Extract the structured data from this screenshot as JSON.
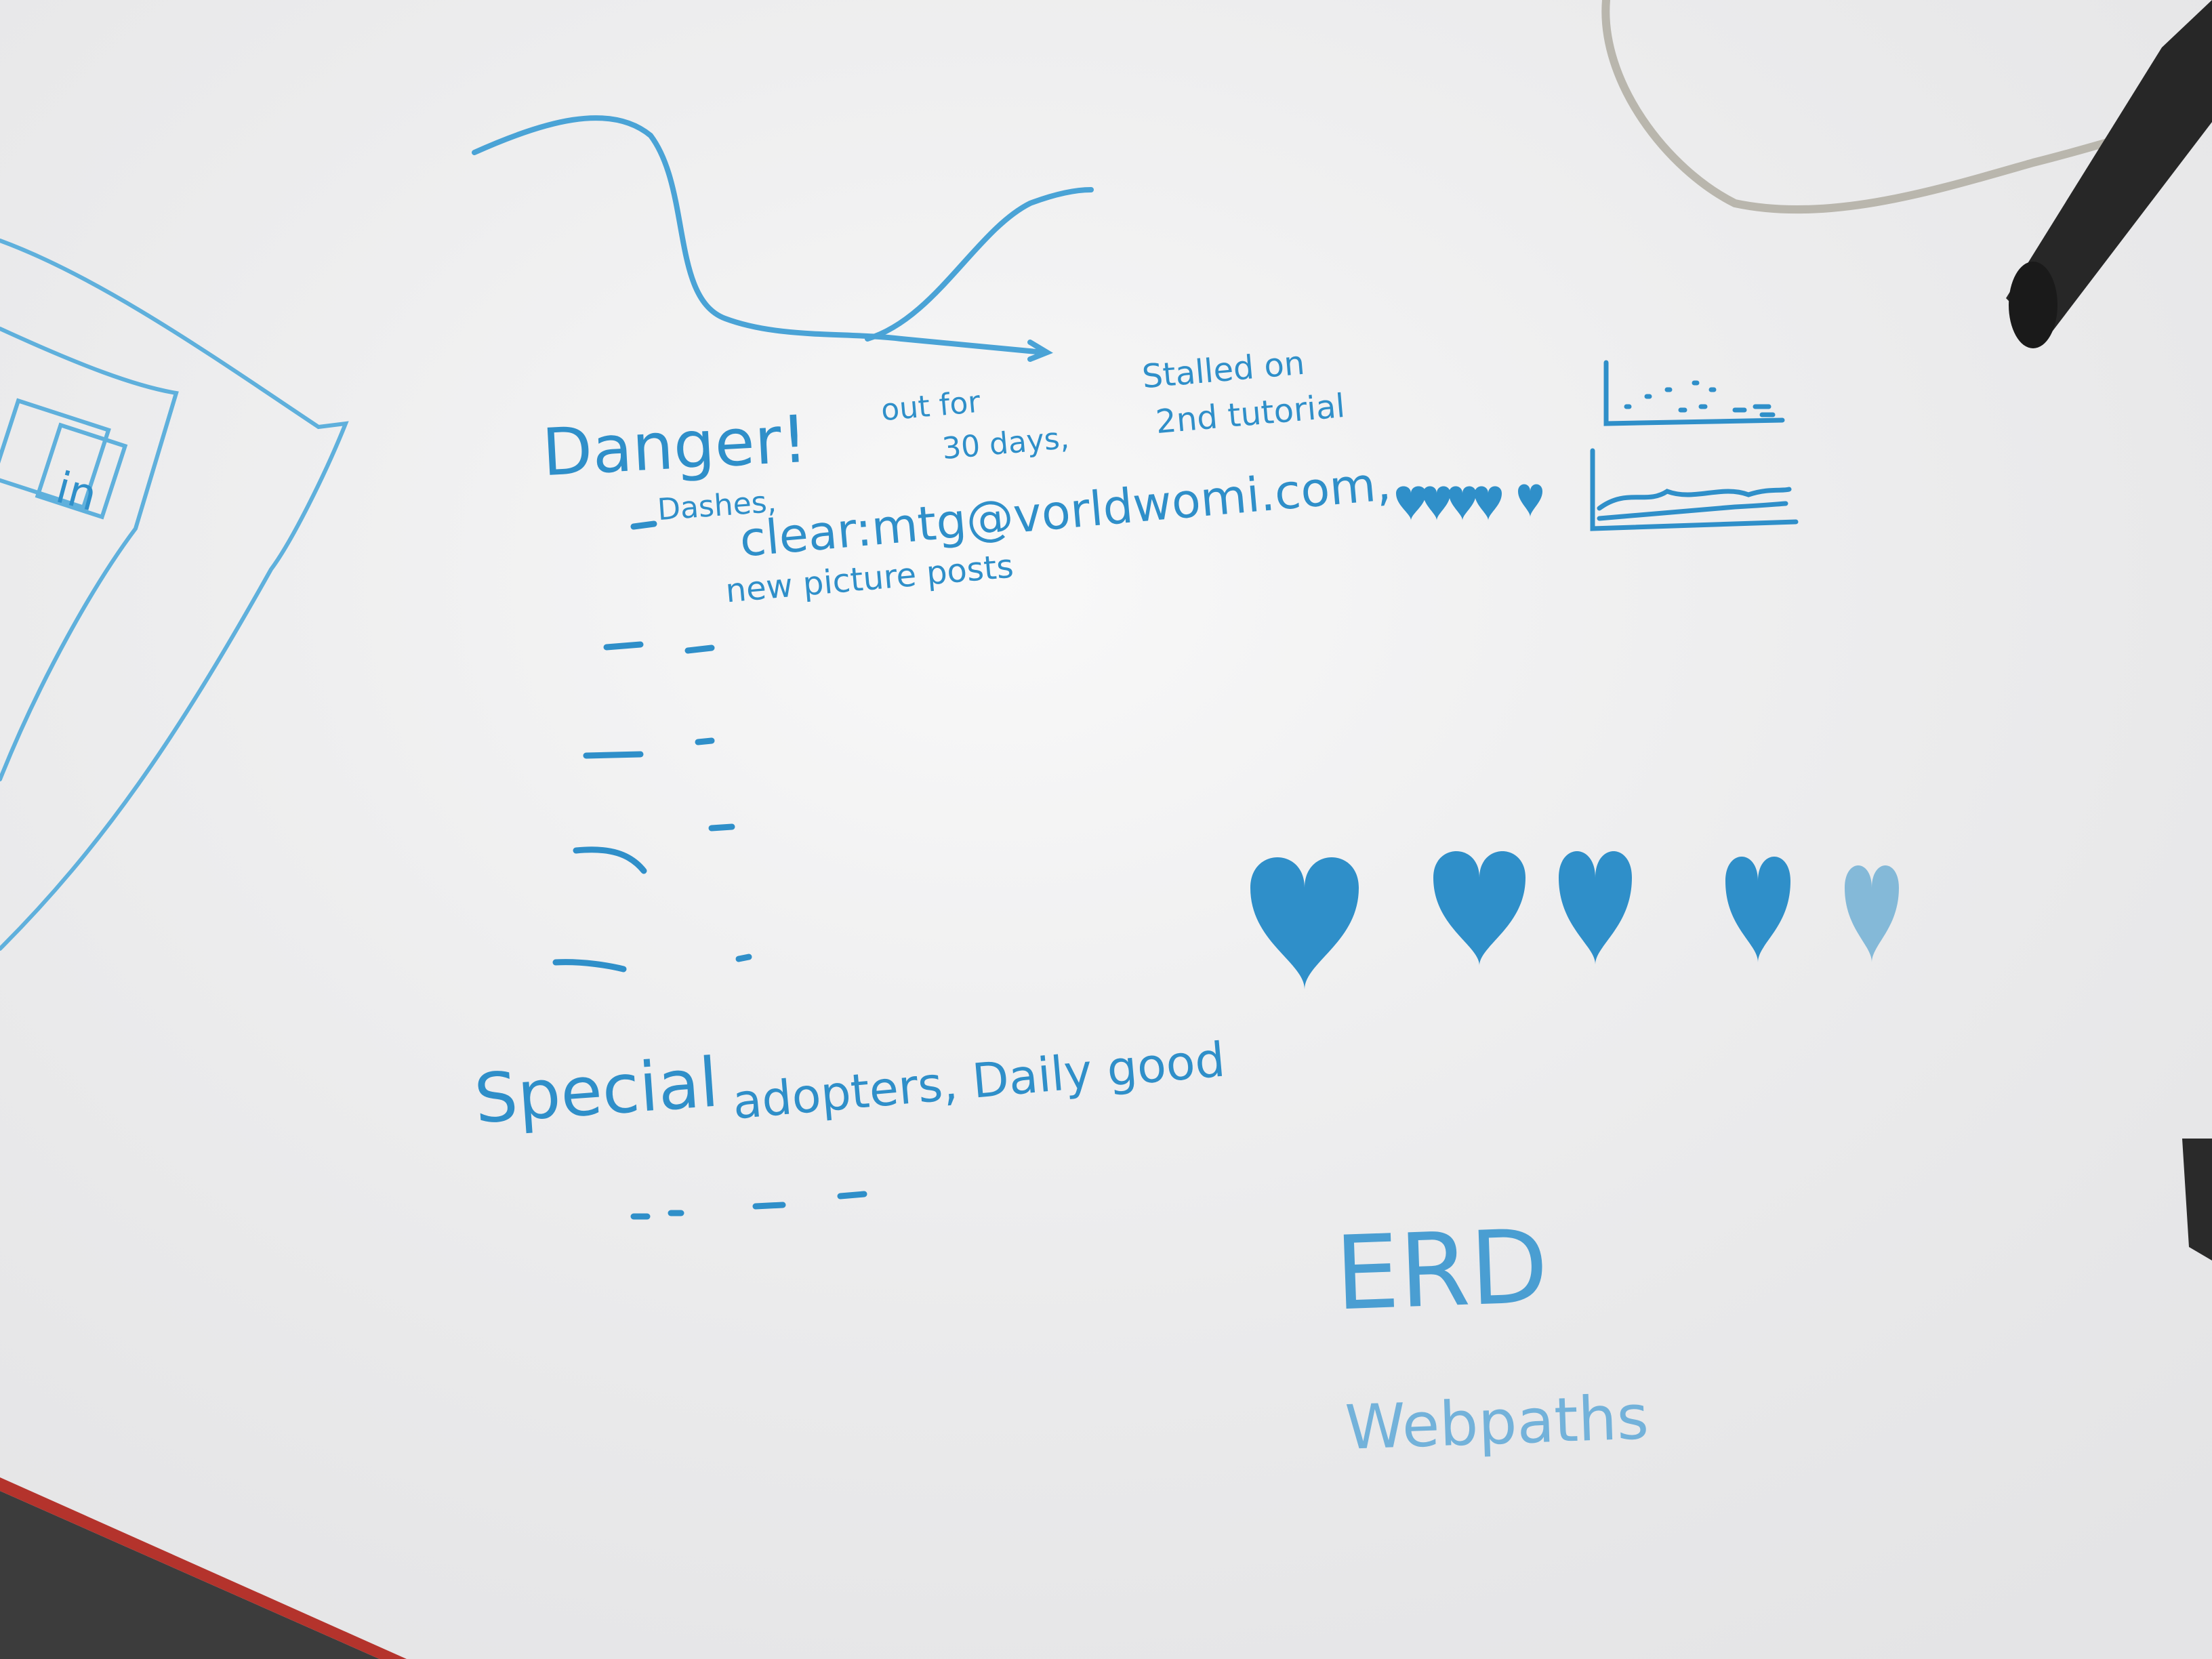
{
  "board": {
    "surface_color": "#f2f2f3",
    "marker_color": "#2f8fc9",
    "edge_color": "#3c3c3c",
    "edge_accent_color": "#b4332c",
    "cable_color": "#b9b6ad",
    "device_color": "#272727"
  },
  "sketch": {
    "linkedin_logo_text": "in"
  },
  "notes": {
    "danger": "Danger!",
    "dashes": "Dashes,",
    "email": "clear:mtg@vorldwomi.com,",
    "picture_posts": "new picture posts",
    "out_for_1": "out for",
    "out_for_2": "30 days,",
    "stalled_1": "Stalled on",
    "stalled_2": "2nd tutorial",
    "special_adopters_1": "Special",
    "special_adopters_2": "adopters, Daily good",
    "erd": "ERD",
    "webpaths": "Webpaths"
  },
  "hearts_large_count": 5,
  "hearts_small_count": 5
}
